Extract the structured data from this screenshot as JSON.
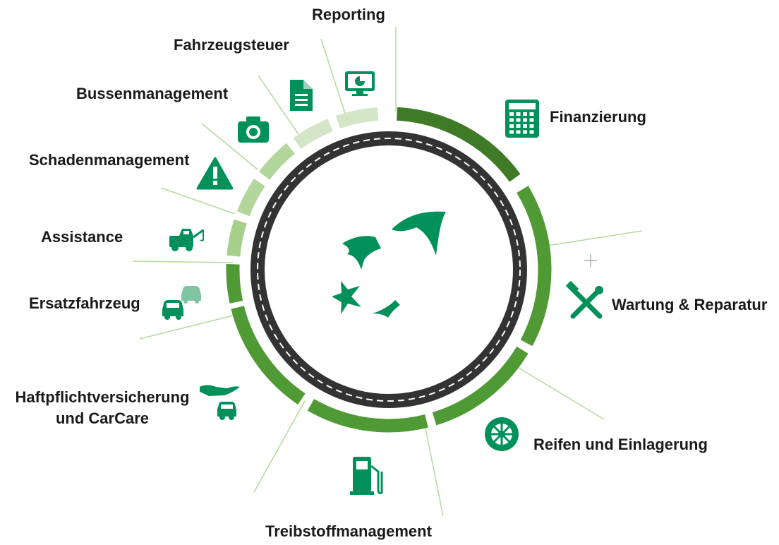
{
  "colors": {
    "accent": "#00915a",
    "segment_dark": "#3f7a26",
    "segment_mid": "#4f9a35",
    "segment_light": "#b3d69c",
    "segment_pale": "#d3e6c7",
    "road": "#333333",
    "road_dash": "#ffffff",
    "line": "#b5d99a"
  },
  "logo": {
    "icon": "bnp-paribas-stars-logo"
  },
  "services": [
    {
      "key": "reporting",
      "label": "Reporting",
      "icon": "monitor-chart-icon"
    },
    {
      "key": "finanzierung",
      "label": "Finanzierung",
      "icon": "calculator-icon"
    },
    {
      "key": "wartung",
      "label": "Wartung & Reparatur",
      "icon": "wrench-hammer-icon"
    },
    {
      "key": "reifen",
      "label": "Reifen und Einlagerung",
      "icon": "tire-icon"
    },
    {
      "key": "treibstoff",
      "label": "Treibstoffmanagement",
      "icon": "fuel-pump-icon"
    },
    {
      "key": "haftpflicht",
      "label_line1": "Haftpflichtversicherung",
      "label_line2": "und CarCare",
      "icon": "hand-car-icon"
    },
    {
      "key": "ersatz",
      "label": "Ersatzfahrzeug",
      "icon": "two-cars-icon"
    },
    {
      "key": "assistance",
      "label": "Assistance",
      "icon": "tow-truck-icon"
    },
    {
      "key": "schaden",
      "label": "Schadenmanagement",
      "icon": "warning-icon"
    },
    {
      "key": "bussen",
      "label": "Bussenmanagement",
      "icon": "camera-icon"
    },
    {
      "key": "steuer",
      "label": "Fahrzeugsteuer",
      "icon": "document-icon"
    }
  ]
}
